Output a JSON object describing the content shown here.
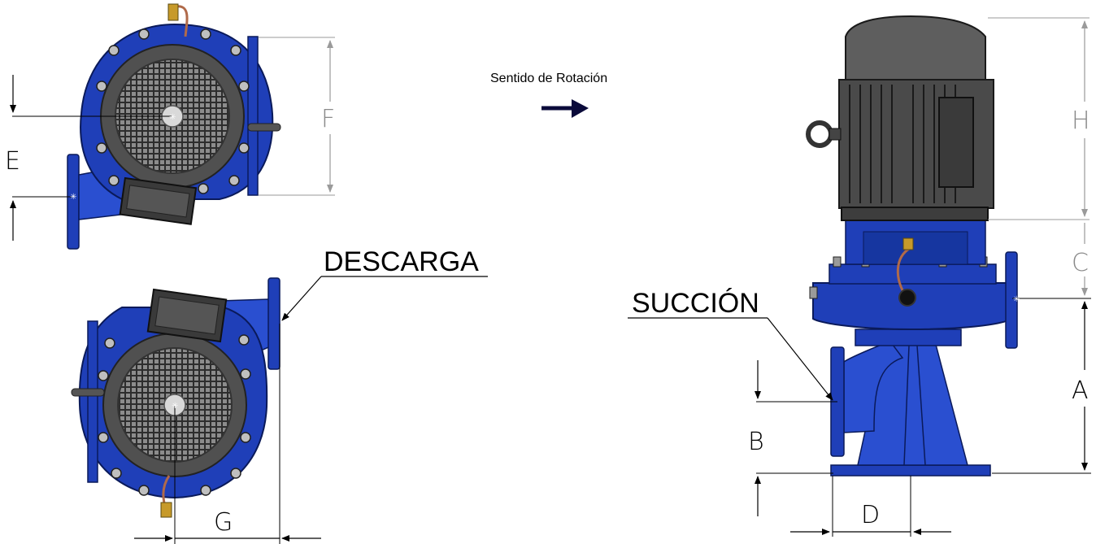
{
  "rotation": {
    "label": "Sentido de Rotación"
  },
  "callouts": {
    "discharge": "DESCARGA",
    "suction": "SUCCIÓN"
  },
  "dimensions": {
    "a": "A",
    "b": "B",
    "c": "C",
    "d": "D",
    "e": "E",
    "f": "F",
    "g": "G",
    "h": "H"
  },
  "colors": {
    "pump_blue": "#1f3fb8",
    "motor_gray": "#6a6a6a",
    "dim_black": "#000000",
    "dim_gray": "#8a8a8a"
  }
}
